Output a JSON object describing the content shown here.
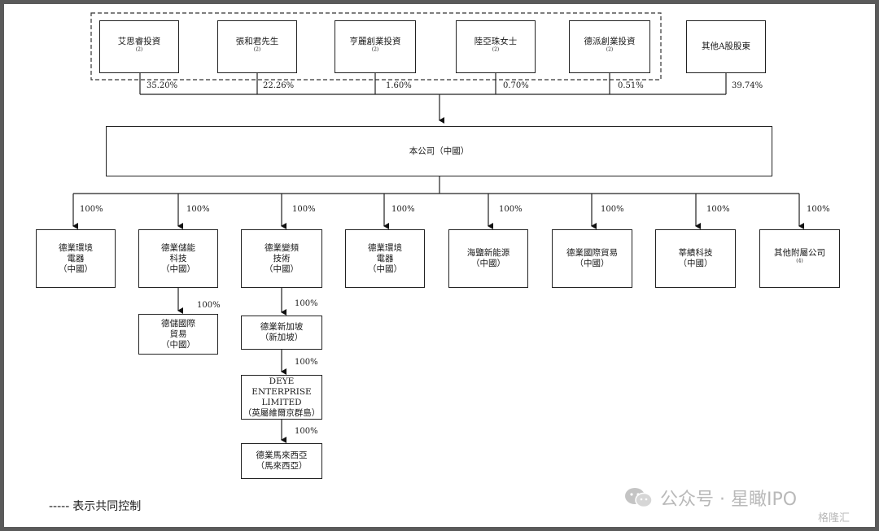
{
  "shareholders": [
    {
      "name": "艾思睿投資",
      "note": "(2)",
      "pct": "35.20%"
    },
    {
      "name": "張和君先生",
      "note": "(2)",
      "pct": "22.26%"
    },
    {
      "name": "亨麗創業投資",
      "note": "(2)",
      "pct": "1.60%"
    },
    {
      "name": "陸亞珠女士",
      "note": "(2)",
      "pct": "0.70%"
    },
    {
      "name": "德派創業投資",
      "note": "(2)",
      "pct": "0.51%"
    },
    {
      "name": "其他A股股東",
      "note": "",
      "pct": "39.74%"
    }
  ],
  "company": "本公司（中國）",
  "subsidiaries": [
    {
      "lines": [
        "德業環境",
        "電器",
        "（中國）"
      ],
      "pct": "100%"
    },
    {
      "lines": [
        "德業儲能",
        "科技",
        "（中國）"
      ],
      "pct": "100%"
    },
    {
      "lines": [
        "德業變頻",
        "技術",
        "（中國）"
      ],
      "pct": "100%"
    },
    {
      "lines": [
        "德業環境",
        "電器",
        "（中國）"
      ],
      "pct": "100%"
    },
    {
      "lines": [
        "海鹽新能源",
        "（中國）"
      ],
      "pct": "100%"
    },
    {
      "lines": [
        "德業國際貿易",
        "（中國）"
      ],
      "pct": "100%"
    },
    {
      "lines": [
        "莘績科技",
        "（中國）"
      ],
      "pct": "100%"
    },
    {
      "lines": [
        "其他附屬公司"
      ],
      "note": "(4)",
      "pct": "100%"
    }
  ],
  "storage_child": {
    "lines": [
      "德儲國際",
      "貿易",
      "（中國）"
    ],
    "pct": "100%"
  },
  "freq_chain": [
    {
      "lines": [
        "德業新加坡",
        "（新加坡）"
      ],
      "pct": "100%"
    },
    {
      "lines": [
        "DEYE ENTERPRISE",
        "LIMITED",
        "（英屬維爾京群島）"
      ],
      "pct": "100%"
    },
    {
      "lines": [
        "德業馬來西亞",
        "（馬來西亞）"
      ],
      "pct": "100%"
    }
  ],
  "legend": {
    "dash": "-----",
    "text": "表示共同控制"
  },
  "watermark": {
    "text": "公众号 · 星瞰IPO",
    "logo": "格隆汇"
  }
}
